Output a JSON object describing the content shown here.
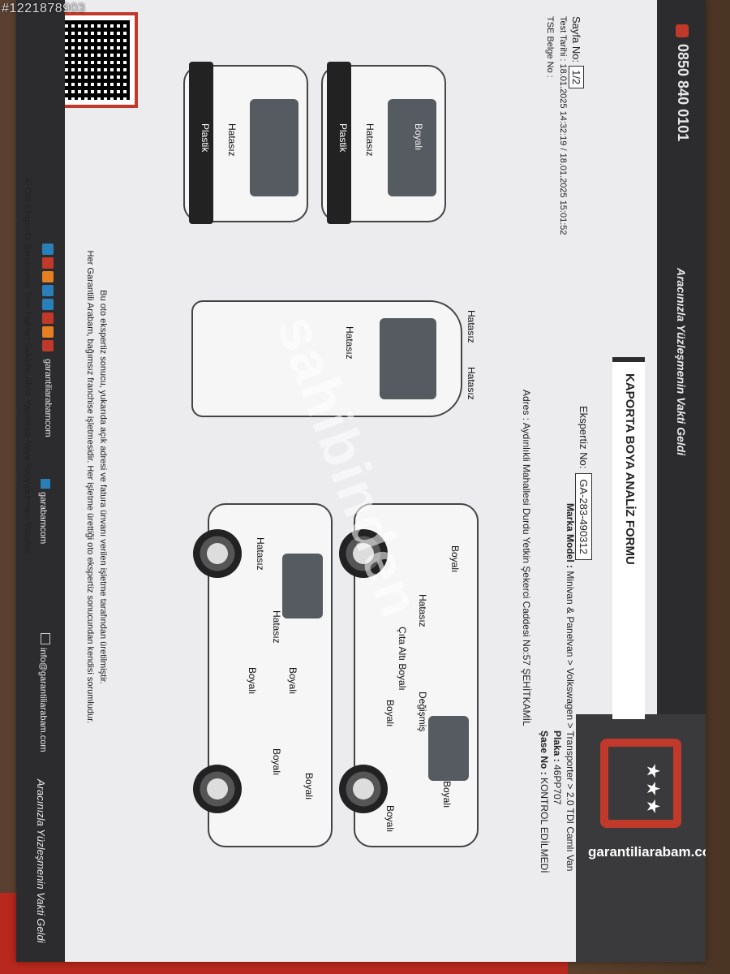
{
  "watermark_id": "#1221878903",
  "header": {
    "phone": "0850 840 0101",
    "slogan": "Aracınızla Yüzleşmenin Vakti Geldi",
    "brand": "garantiliarabam.com"
  },
  "form": {
    "title": "KAPORTA BOYA ANALİZ FORMU",
    "expert_label": "Ekspertiz No:",
    "expert_no": "GA-283-490312",
    "page_label": "Sayfa No:",
    "page_no": "1/2",
    "test_date": "Test Tarihi : 18.01.2025 14:32:19 / 18.01.2025 15:01:52",
    "tse": "TSE Belge No :"
  },
  "vehicle": {
    "model_label": "Marka Model :",
    "model": "Minivan & Panelvan > Volkswagen > Transporter > 2.0 TDI Camlı Van",
    "plate_label": "Plaka :",
    "plate": "46PP707",
    "chassis_label": "Şase No :",
    "chassis": "KONTROL EDİLMEDİ",
    "address": "Adres : Aydınlıkli Mahallesi Durdu Yetkin Şekerci Caddesi No:57 ŞEHİTKAMİL"
  },
  "labels": {
    "boyali": "Boyalı",
    "hatasiz": "Hatasız",
    "plastik": "Plastik",
    "degismis": "Değişmiş",
    "cita": "Çıta Altı Boyalı"
  },
  "watermark": "sahibinden",
  "disclaimer": [
    "Bu oto ekspertiz sonucu, yukarıda açık adresi ve fatura ünvanı verilen işletme tarafından üretilmiştir.",
    "Her Garantili Arabam, bağımsız franchise işletmesidir. Her işletme ürettiği oto ekspertiz sonucundan kendisi sorumludur."
  ],
  "footer": {
    "slogan": "Aracınızla Yüzleşmenin Vakti Geldi",
    "social1": "garantiliarabamcom",
    "social2": "garabamcom",
    "email": "info@garantiliarabam.com",
    "copyright": "© Oto Ekspertiz Sonucunun Tüm Hakları Saklıdır. Alıntı Yapılması Veya Kopyalanması Yasaktır."
  }
}
